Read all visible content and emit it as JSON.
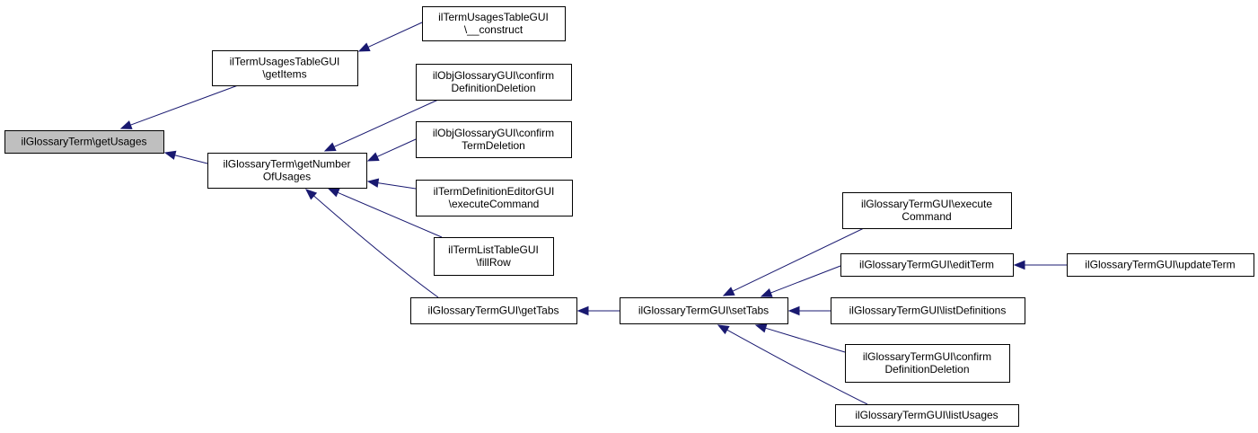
{
  "graph": {
    "colors": {
      "edge": "#191970",
      "root_fill": "#bfbfbf",
      "node_fill": "#ffffff",
      "border": "#000000"
    },
    "nodes": [
      {
        "id": "getUsages",
        "lines": [
          "ilGlossaryTerm\\getUsages"
        ],
        "root": true
      },
      {
        "id": "tutGetItems",
        "lines": [
          "ilTermUsagesTableGUI",
          "\\getItems"
        ]
      },
      {
        "id": "tutConstruct",
        "lines": [
          "ilTermUsagesTableGUI",
          "\\__construct"
        ]
      },
      {
        "id": "getNumberOfUsages",
        "lines": [
          "ilGlossaryTerm\\getNumber",
          "OfUsages"
        ]
      },
      {
        "id": "objConfirmDefDel",
        "lines": [
          "ilObjGlossaryGUI\\confirm",
          "DefinitionDeletion"
        ]
      },
      {
        "id": "objConfirmTermDel",
        "lines": [
          "ilObjGlossaryGUI\\confirm",
          "TermDeletion"
        ]
      },
      {
        "id": "tdeExecute",
        "lines": [
          "ilTermDefinitionEditorGUI",
          "\\executeCommand"
        ]
      },
      {
        "id": "tltFillRow",
        "lines": [
          "ilTermListTableGUI",
          "\\fillRow"
        ]
      },
      {
        "id": "gtGetTabs",
        "lines": [
          "ilGlossaryTermGUI\\getTabs"
        ]
      },
      {
        "id": "gtSetTabs",
        "lines": [
          "ilGlossaryTermGUI\\setTabs"
        ]
      },
      {
        "id": "gtExecute",
        "lines": [
          "ilGlossaryTermGUI\\execute",
          "Command"
        ]
      },
      {
        "id": "gtEditTerm",
        "lines": [
          "ilGlossaryTermGUI\\editTerm"
        ]
      },
      {
        "id": "gtUpdateTerm",
        "lines": [
          "ilGlossaryTermGUI\\updateTerm"
        ]
      },
      {
        "id": "gtListDefs",
        "lines": [
          "ilGlossaryTermGUI\\listDefinitions"
        ]
      },
      {
        "id": "gtConfirmDefDel",
        "lines": [
          "ilGlossaryTermGUI\\confirm",
          "DefinitionDeletion"
        ]
      },
      {
        "id": "gtListUsages",
        "lines": [
          "ilGlossaryTermGUI\\listUsages"
        ]
      }
    ],
    "edges": [
      {
        "from": "tutGetItems",
        "to": "getUsages"
      },
      {
        "from": "getNumberOfUsages",
        "to": "getUsages"
      },
      {
        "from": "tutConstruct",
        "to": "tutGetItems"
      },
      {
        "from": "objConfirmDefDel",
        "to": "getNumberOfUsages"
      },
      {
        "from": "objConfirmTermDel",
        "to": "getNumberOfUsages"
      },
      {
        "from": "tdeExecute",
        "to": "getNumberOfUsages"
      },
      {
        "from": "tltFillRow",
        "to": "getNumberOfUsages"
      },
      {
        "from": "gtGetTabs",
        "to": "getNumberOfUsages"
      },
      {
        "from": "gtSetTabs",
        "to": "gtGetTabs"
      },
      {
        "from": "gtExecute",
        "to": "gtSetTabs"
      },
      {
        "from": "gtEditTerm",
        "to": "gtSetTabs"
      },
      {
        "from": "gtListDefs",
        "to": "gtSetTabs"
      },
      {
        "from": "gtConfirmDefDel",
        "to": "gtSetTabs"
      },
      {
        "from": "gtListUsages",
        "to": "gtSetTabs"
      },
      {
        "from": "gtUpdateTerm",
        "to": "gtEditTerm"
      }
    ]
  }
}
